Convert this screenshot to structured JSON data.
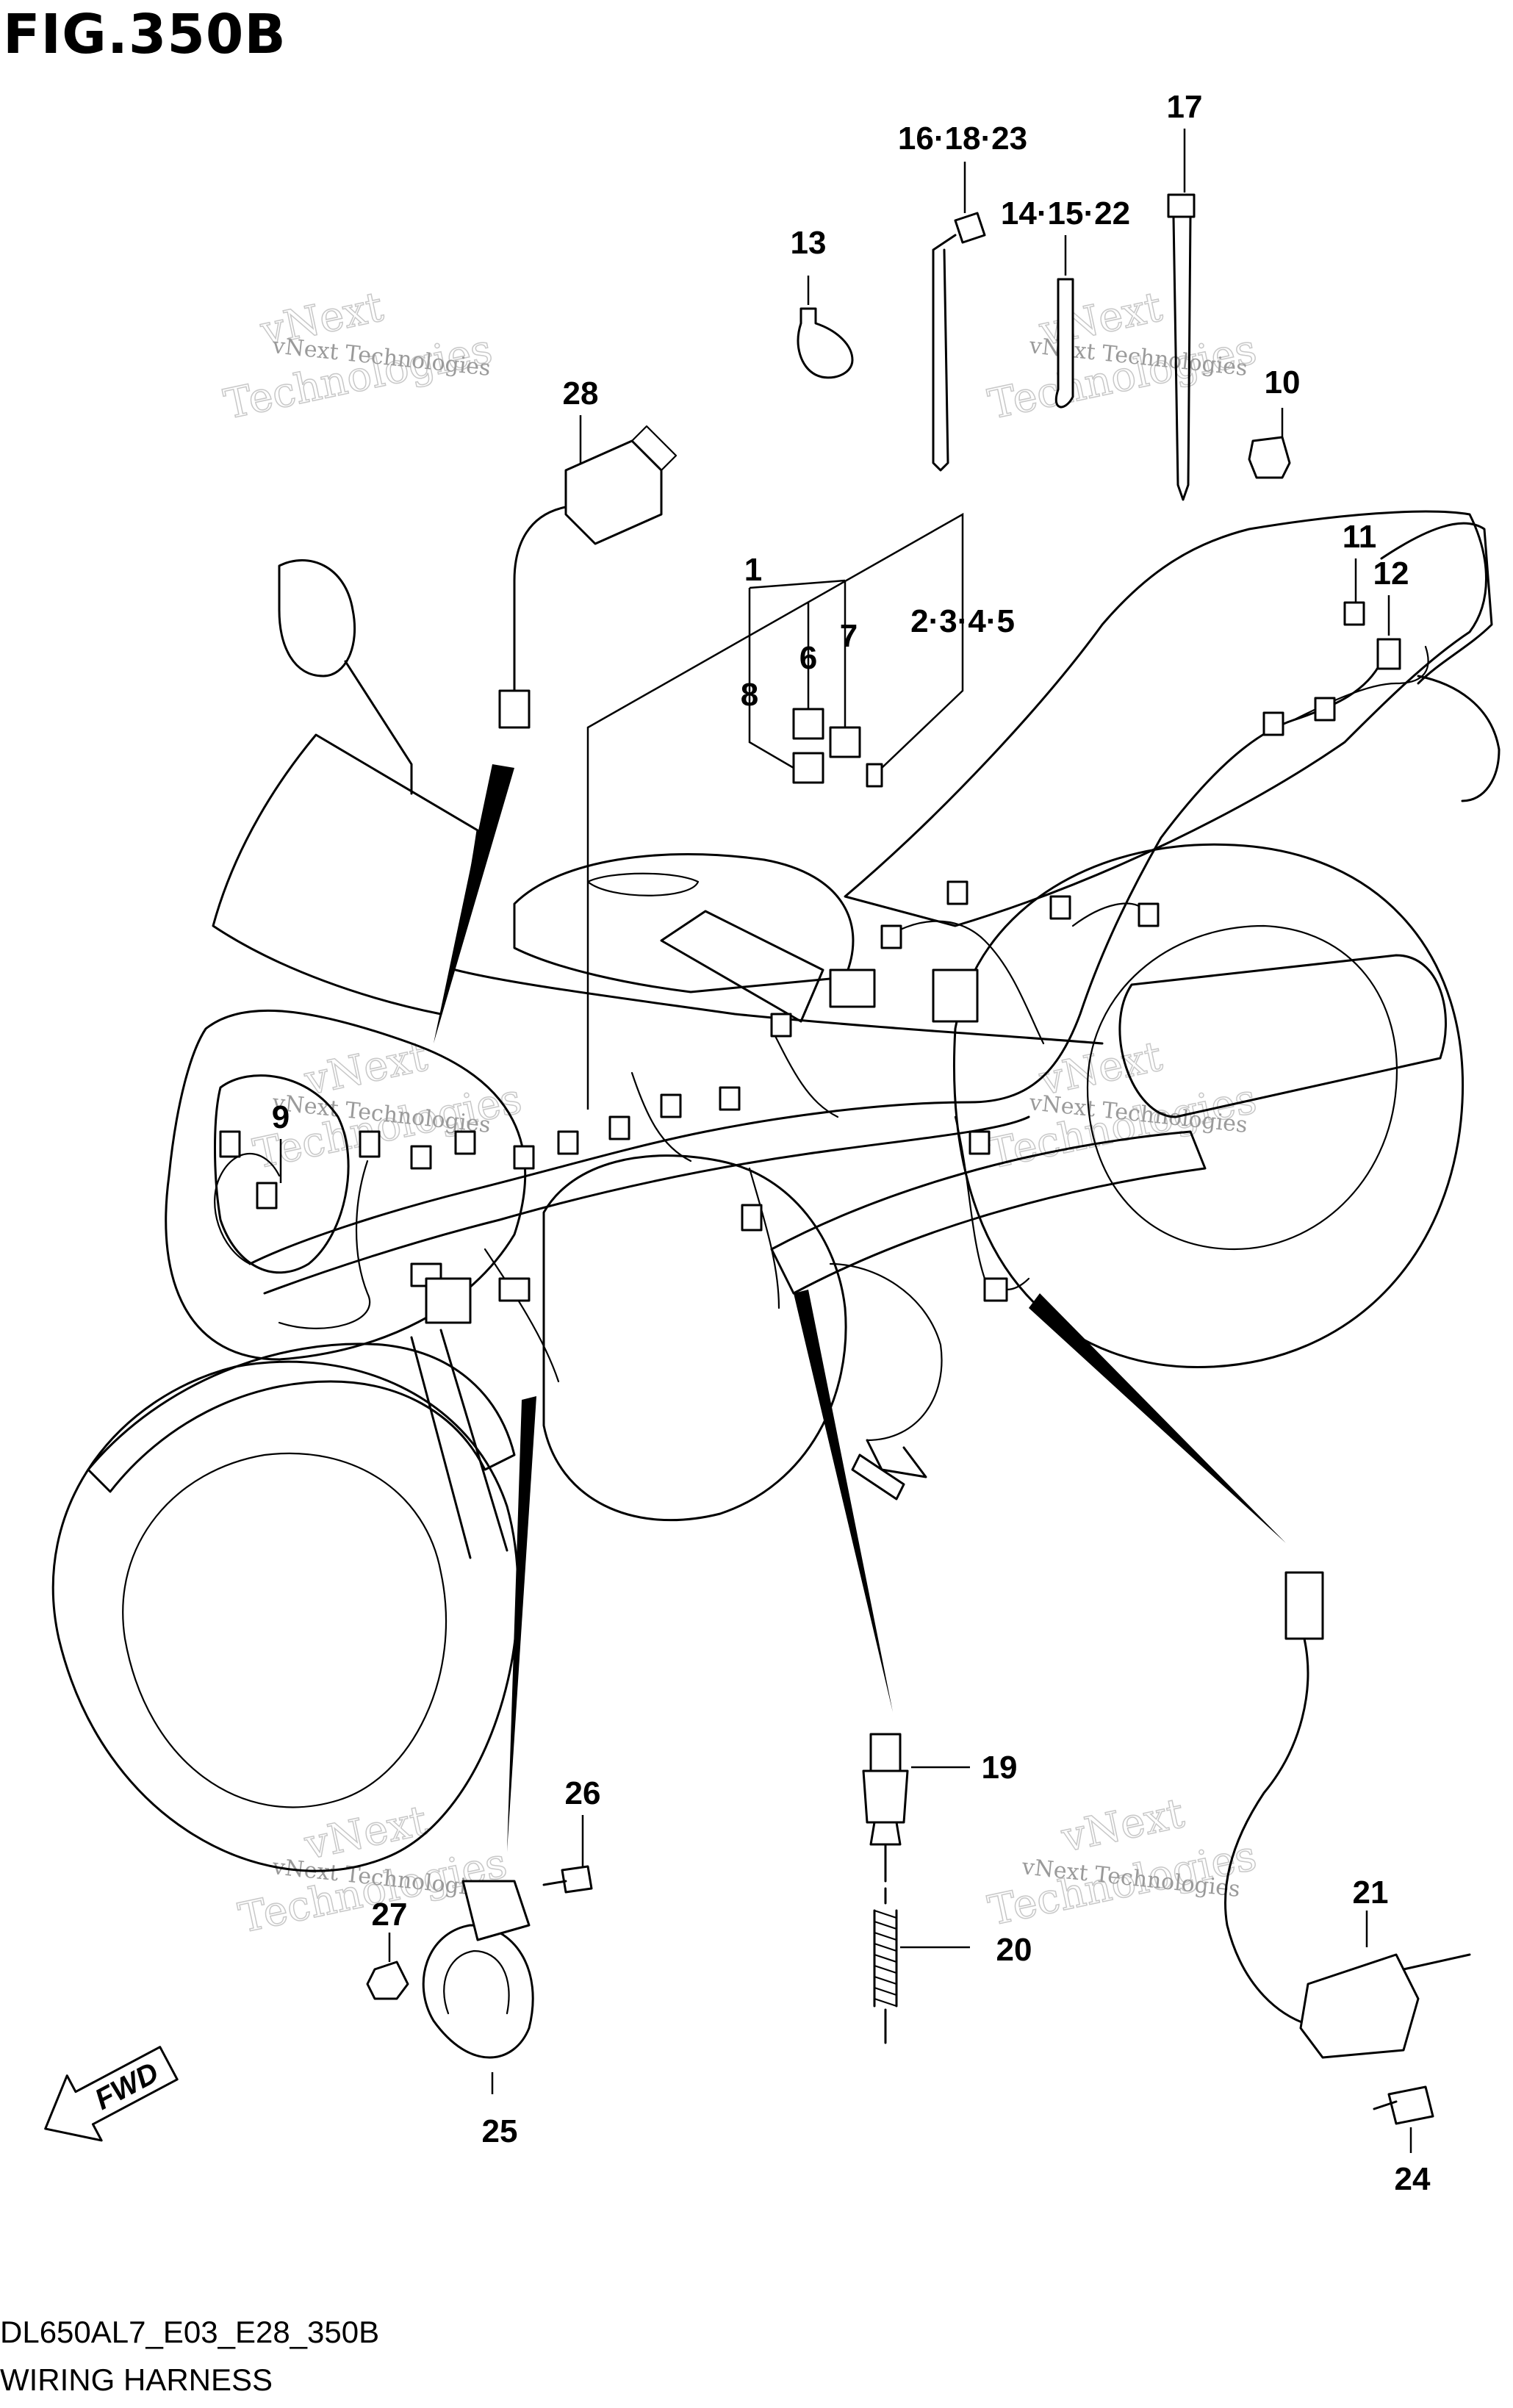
{
  "header": {
    "figure_title": "FIG.350B"
  },
  "footer": {
    "model_code": "DL650AL7_E03_E28_350B",
    "section_name": "WIRING HARNESS"
  },
  "watermark": {
    "text_line1": "vNext",
    "text_line2": "Technologies",
    "caption": "vNext Technologies"
  },
  "direction_marker": {
    "label": "FWD"
  },
  "callouts": {
    "c1": "1",
    "c6": "6",
    "c7": "7",
    "c8": "8",
    "c2345": "2·3·4·5",
    "c9": "9",
    "c10": "10",
    "c11": "11",
    "c12": "12",
    "c13": "13",
    "c14_15_22": "14·15·22",
    "c16_18_23": "16·18·23",
    "c17": "17",
    "c19": "19",
    "c20": "20",
    "c21": "21",
    "c24": "24",
    "c25": "25",
    "c26": "26",
    "c27": "27",
    "c28": "28"
  }
}
